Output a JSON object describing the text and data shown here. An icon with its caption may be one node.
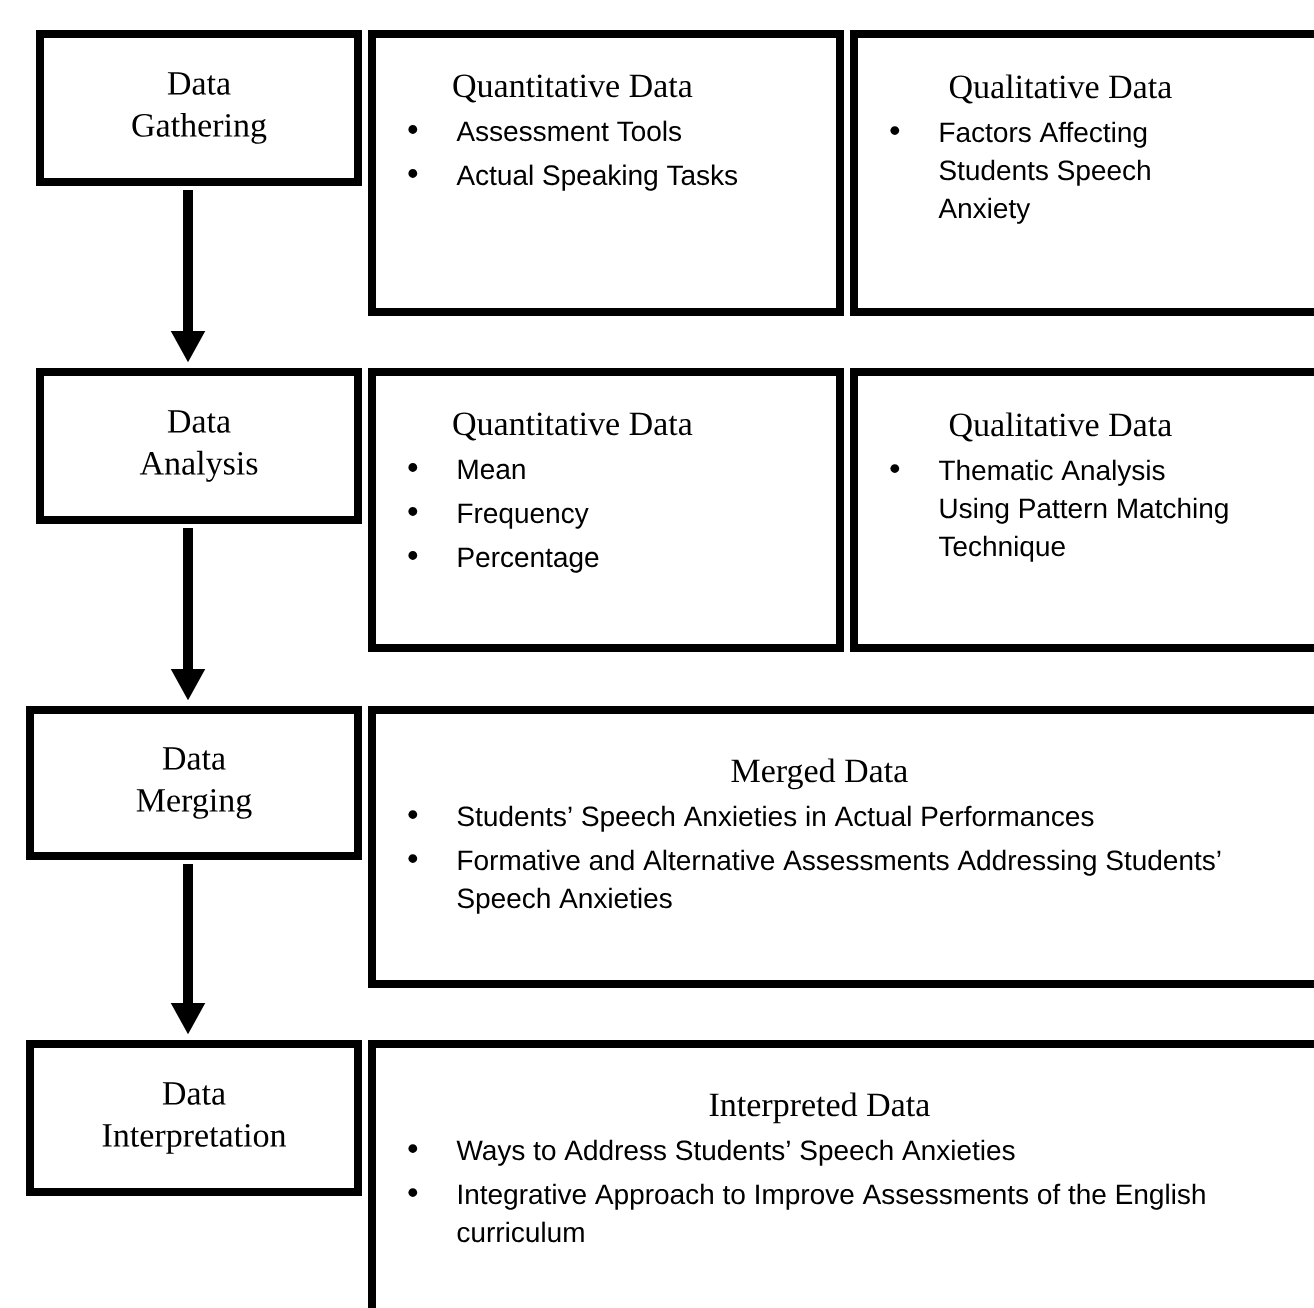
{
  "diagram": {
    "nodes": [
      {
        "text": [
          "Data Gathering"
        ]
      },
      {
        "text": [
          "Quantitative Data",
          "Assessment Tools",
          "Actual Speaking Tasks"
        ]
      },
      {
        "text": [
          "Qualitative Data",
          "Factors Affecting Students Speech Anxiety"
        ]
      },
      {
        "text": [
          "Data Analysis"
        ]
      },
      {
        "text": [
          "Quantitative Data",
          "Mean",
          "Frequency",
          "Percentage"
        ]
      },
      {
        "text": [
          "Qualitative Data",
          "Thematic Analysis Using Pattern Matching Technique"
        ]
      },
      {
        "text": [
          "Data Merging"
        ]
      },
      {
        "text": [
          "Merged Data",
          "Students’ Speech Anxieties in Actual Performances",
          "Formative and Alternative Assessments Addressing Students’ Speech Anxieties"
        ]
      },
      {
        "text": [
          "Data Interpretation"
        ]
      },
      {
        "text": [
          "Interpreted Data",
          "Ways to Address Students’ Speech Anxieties",
          "Integrative Approach to Improve Assessments of the English curriculum"
        ]
      }
    ],
    "edges": [
      {
        "from": 0,
        "to": 3,
        "arrow": "to"
      },
      {
        "from": 3,
        "to": 6,
        "arrow": "to"
      },
      {
        "from": 6,
        "to": 8,
        "arrow": "to"
      }
    ]
  }
}
